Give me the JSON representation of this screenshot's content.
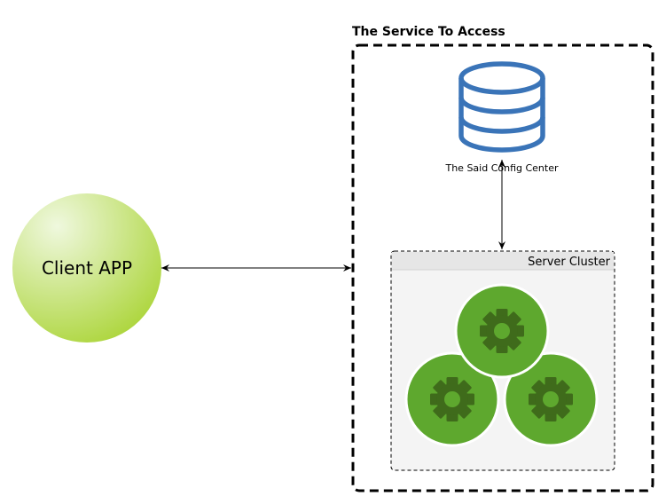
{
  "diagram": {
    "service_title": "The Service To Access",
    "client_label": "Client APP",
    "config_center_label": "The Said Config Center",
    "cluster_label": "Server Cluster"
  },
  "colors": {
    "db_blue": "#3a74b8",
    "gear_circle": "#5ea82e",
    "gear_border": "#ffffff",
    "gear_dark": "#3f6b1b",
    "client_light": "#eff8de",
    "client_dark": "#a6d22c",
    "cluster_bg": "#f4f4f4",
    "cluster_header": "#e6e6e6"
  },
  "icons": {
    "database": "database-icon",
    "gear": "gear-icon"
  }
}
